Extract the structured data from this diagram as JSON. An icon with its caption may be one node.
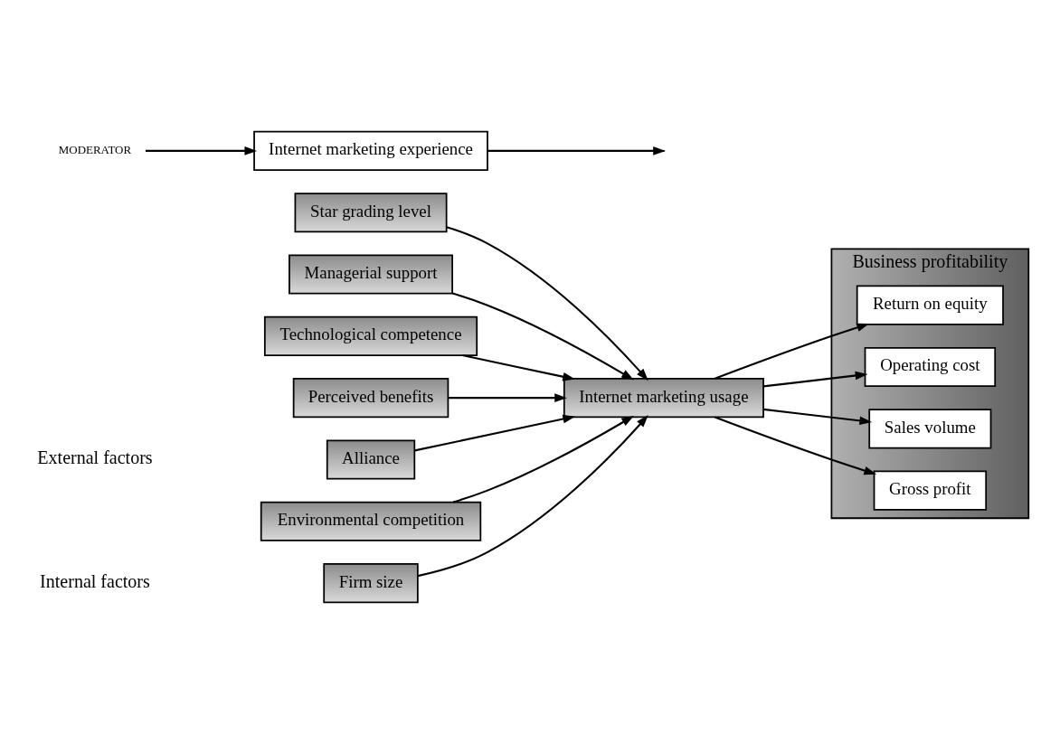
{
  "diagram": {
    "nodes": [
      {
        "text": [
          "Firm size"
        ]
      },
      {
        "text": [
          "Star grading level"
        ]
      },
      {
        "text": [
          "Managerial support"
        ]
      },
      {
        "text": [
          "Technological competence"
        ]
      },
      {
        "text": [
          "Perceived benefits"
        ]
      },
      {
        "text": [
          "Alliance"
        ]
      },
      {
        "text": [
          "Environmental competition"
        ]
      },
      {
        "text": [
          "Internet marketing usage"
        ]
      },
      {
        "text": [
          "Business profitability"
        ]
      },
      {
        "text": [
          "Return on equity"
        ],
        "in": 8
      },
      {
        "text": [
          "Operating cost"
        ],
        "in": 8
      },
      {
        "text": [
          "Sales volume"
        ],
        "in": 8
      },
      {
        "text": [
          "Gross profit"
        ],
        "in": 8
      },
      {
        "text": [
          "Internet marketing experience"
        ]
      },
      {
        "text": [
          "MODERATOR"
        ]
      }
    ],
    "edges": [
      {
        "from": 0,
        "to": 7,
        "arrow": "to"
      },
      {
        "from": 1,
        "to": 7,
        "arrow": "to"
      },
      {
        "from": 2,
        "to": 7,
        "arrow": "to"
      },
      {
        "from": 3,
        "to": 7,
        "arrow": "to"
      },
      {
        "from": 4,
        "to": 7,
        "arrow": "to"
      },
      {
        "from": 5,
        "to": 7,
        "arrow": "to"
      },
      {
        "from": 6,
        "to": 7,
        "arrow": "to"
      },
      {
        "from": 7,
        "to": 9,
        "arrow": "to"
      },
      {
        "from": 7,
        "to": 10,
        "arrow": "to"
      },
      {
        "from": 7,
        "to": 11,
        "arrow": "to"
      },
      {
        "from": 7,
        "to": 12,
        "arrow": "to"
      },
      {
        "from": 13,
        "to": null,
        "arrow": "to"
      },
      {
        "from": 14,
        "to": 13,
        "arrow": "to"
      }
    ],
    "labels": [
      "Internal factors",
      "External factors"
    ]
  }
}
